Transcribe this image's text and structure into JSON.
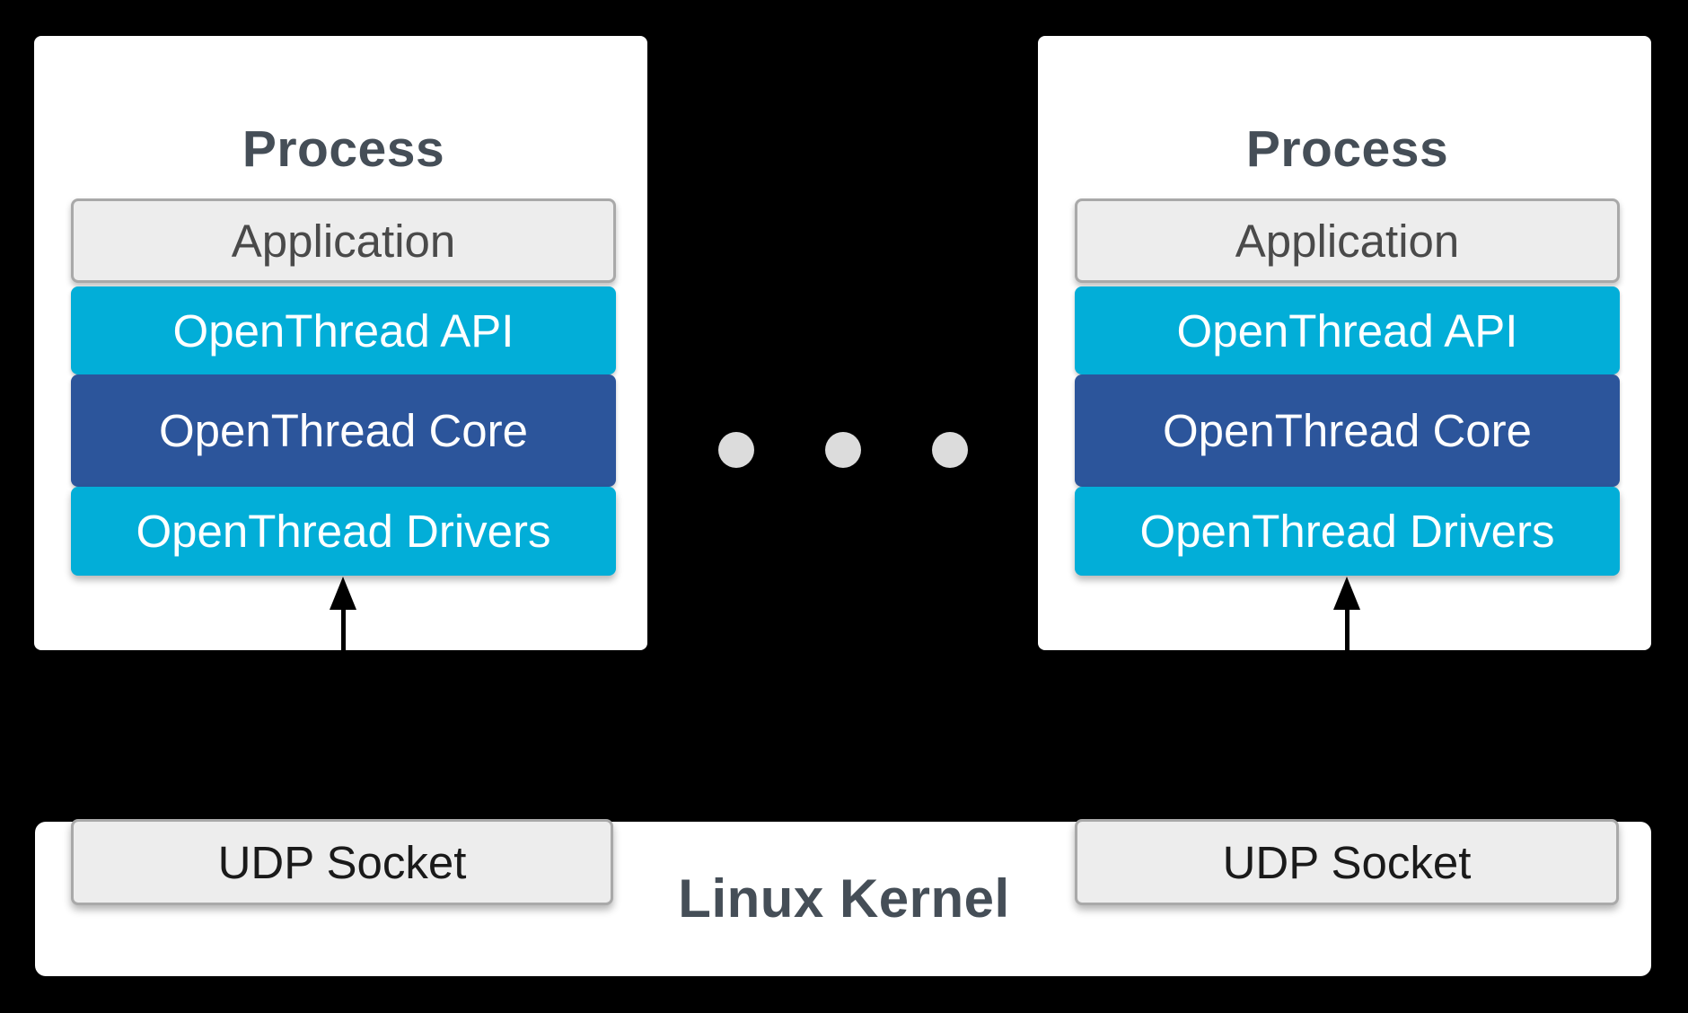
{
  "diagram": {
    "background": "#000000",
    "colors": {
      "background": "#000000",
      "card_bg": "#ffffff",
      "cyan": "#02aed8",
      "blue": "#2c559b",
      "neutral_bg": "#ededed",
      "neutral_border": "#a9a9a9",
      "heading_text": "#454e57",
      "app_text": "#4a4a4a",
      "udp_text": "#1a1a1a",
      "layer_text": "#ffffff",
      "dot_color": "#dcdcdc",
      "arrow_color": "#000000"
    },
    "processes": [
      {
        "title": "Process",
        "layers": [
          {
            "label": "Application",
            "type": "neutral"
          },
          {
            "label": "OpenThread API",
            "type": "cyan"
          },
          {
            "label": "OpenThread Core",
            "type": "blue"
          },
          {
            "label": "OpenThread Drivers",
            "type": "cyan"
          }
        ]
      },
      {
        "title": "Process",
        "layers": [
          {
            "label": "Application",
            "type": "neutral"
          },
          {
            "label": "OpenThread API",
            "type": "cyan"
          },
          {
            "label": "OpenThread Core",
            "type": "blue"
          },
          {
            "label": "OpenThread Drivers",
            "type": "cyan"
          }
        ]
      }
    ],
    "ellipsis_dot_count": 3,
    "kernel": {
      "title": "Linux Kernel",
      "sockets": [
        {
          "label": "UDP Socket"
        },
        {
          "label": "UDP Socket"
        }
      ]
    }
  }
}
